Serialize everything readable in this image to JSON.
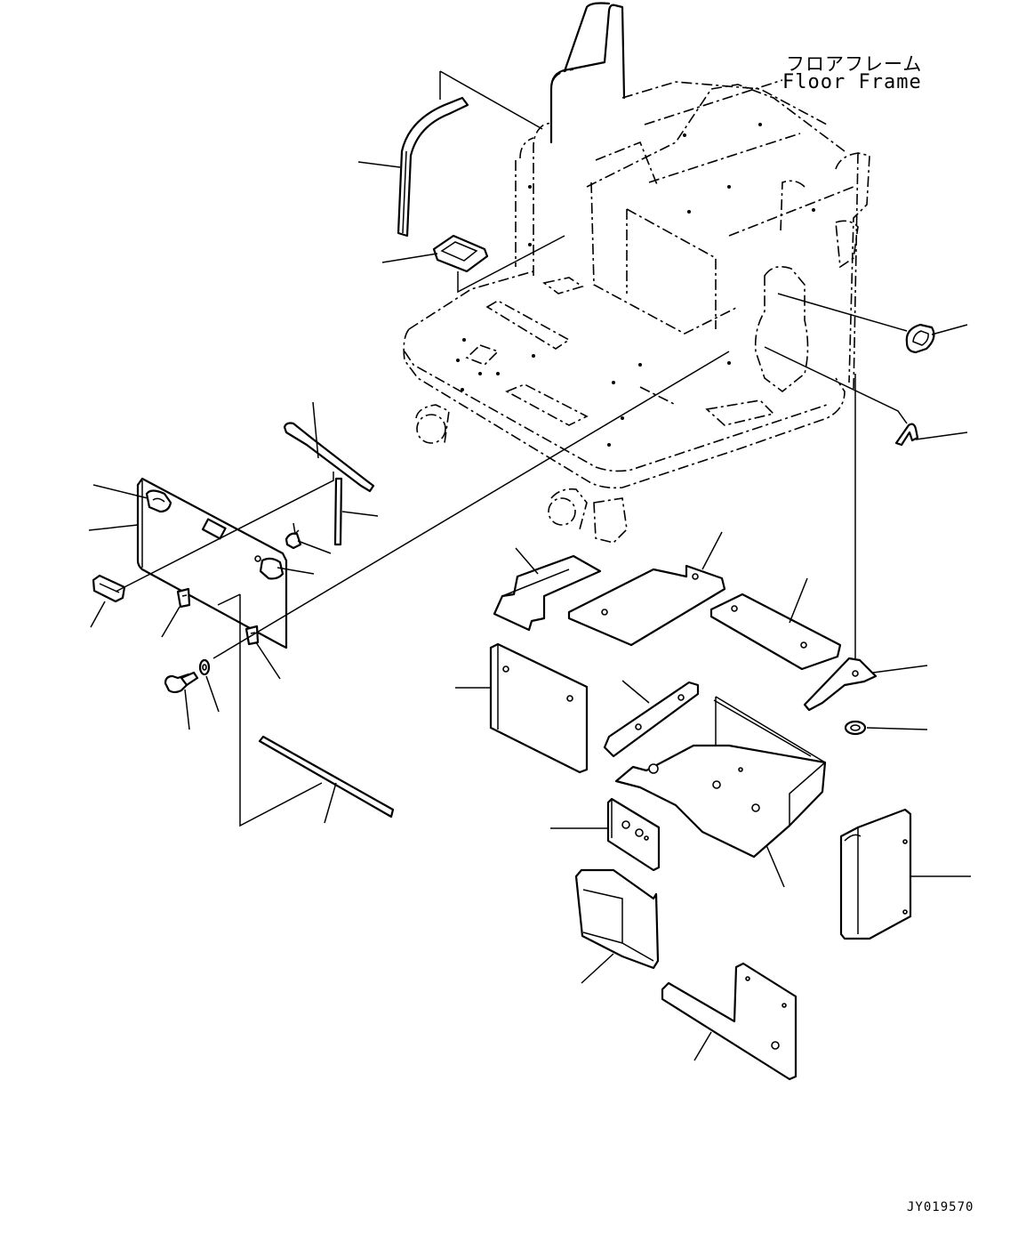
{
  "diagram": {
    "title_jp": "フロアフレーム",
    "title_en": "Floor Frame",
    "drawing_code": "JY019570"
  }
}
